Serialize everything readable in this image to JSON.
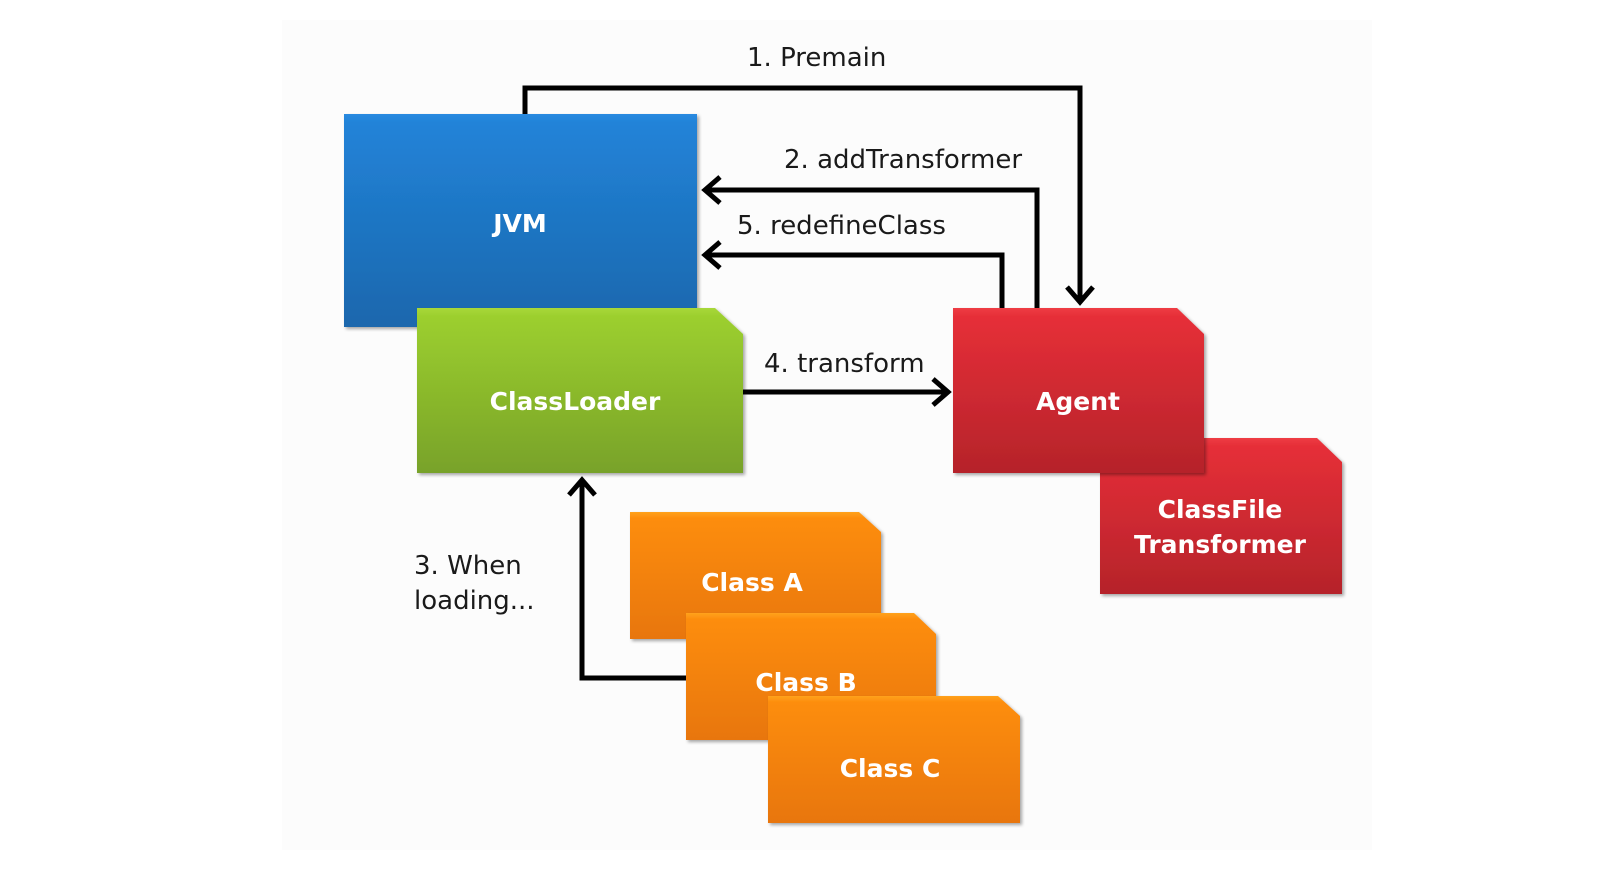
{
  "title": "Java Agent instrumentation flow",
  "colors": {
    "jvm": "#2283d8",
    "classloader": "#94c72a",
    "agent": "#e12e36",
    "class": "#fb8a0c",
    "arrow": "#000000"
  },
  "nodes": {
    "jvm": {
      "label": "JVM"
    },
    "classloader": {
      "label": "ClassLoader"
    },
    "agent": {
      "label": "Agent"
    },
    "classfile_transformer": {
      "line1": "ClassFile",
      "line2": "Transformer"
    },
    "class_a": {
      "label": "Class A"
    },
    "class_b": {
      "label": "Class B"
    },
    "class_c": {
      "label": "Class C"
    }
  },
  "edges": {
    "premain": {
      "label": "1. Premain",
      "from": "JVM",
      "to": "Agent"
    },
    "add_transformer": {
      "label": "2. addTransformer",
      "from": "Agent",
      "to": "JVM"
    },
    "when_loading": {
      "line1": "3. When",
      "line2": "loading...",
      "from": "Class B",
      "to": "ClassLoader"
    },
    "transform": {
      "label": "4. transform",
      "from": "ClassLoader",
      "to": "Agent"
    },
    "redefine_class": {
      "label": "5. redefineClass",
      "from": "Agent",
      "to": "JVM"
    }
  }
}
